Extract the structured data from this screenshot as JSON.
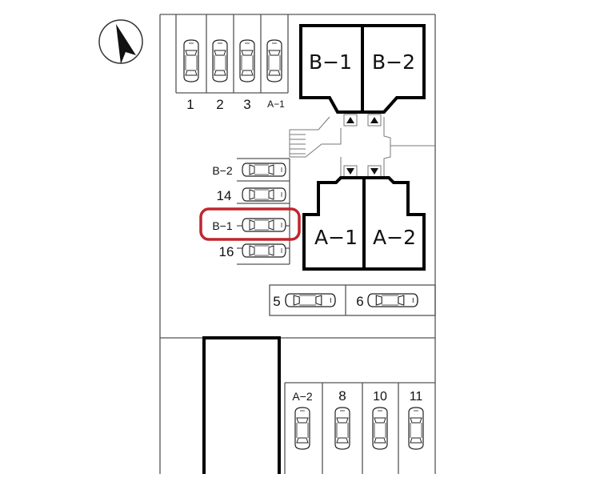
{
  "north": {
    "icon": "north-arrow-icon"
  },
  "buildings": [
    {
      "id": "B-1",
      "label": "B−1"
    },
    {
      "id": "B-2",
      "label": "B−2"
    },
    {
      "id": "A-1",
      "label": "A−1"
    },
    {
      "id": "A-2",
      "label": "A−2"
    }
  ],
  "parking": {
    "top_row": [
      {
        "label": "1"
      },
      {
        "label": "2"
      },
      {
        "label": "3"
      },
      {
        "label": "A−1"
      }
    ],
    "left_column": [
      {
        "label": "B−2"
      },
      {
        "label": "14"
      },
      {
        "label": "B−1",
        "highlighted": true
      },
      {
        "label": "16"
      }
    ],
    "middle_row": [
      {
        "label": "5"
      },
      {
        "label": "6"
      }
    ],
    "bottom_row": [
      {
        "label": "A−2"
      },
      {
        "label": "8"
      },
      {
        "label": "10"
      },
      {
        "label": "11"
      }
    ]
  },
  "colors": {
    "highlight": "#c0262d",
    "line": "#000000",
    "thin_line": "#666666"
  }
}
